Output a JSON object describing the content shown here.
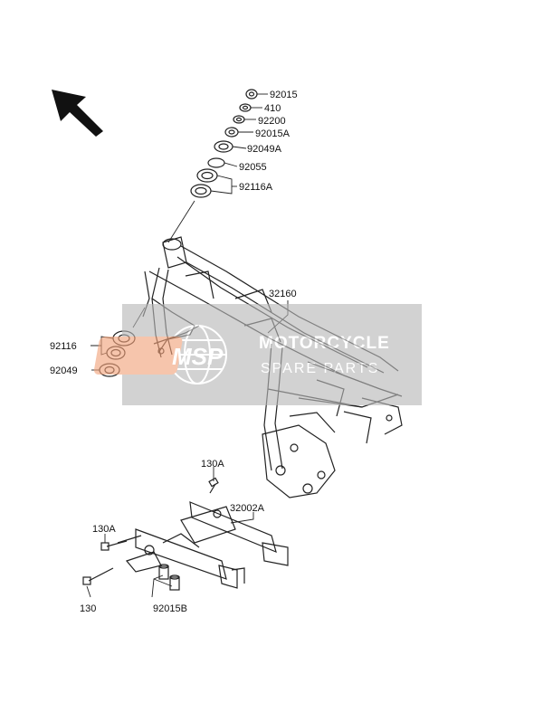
{
  "labels": {
    "p92015": "92015",
    "p410": "410",
    "p92200": "92200",
    "p92015A": "92015A",
    "p92049A": "92049A",
    "p92055": "92055",
    "p92116A": "92116A",
    "p32160": "32160",
    "p92116": "92116",
    "p92049": "92049",
    "p130A_top": "130A",
    "p32002A": "32002A",
    "p130A_left": "130A",
    "p130": "130",
    "p92015B": "92015B"
  },
  "watermark": {
    "logo": "MSP",
    "title": "MOTORCYCLE",
    "subtitle": "SPARE PARTS"
  },
  "colors": {
    "watermark_bg": "#b8b8b8",
    "watermark_logo": "#f2a27a",
    "line": "#222222"
  },
  "icons": {
    "direction": "arrow-up-left-icon",
    "globe": "globe-icon"
  }
}
